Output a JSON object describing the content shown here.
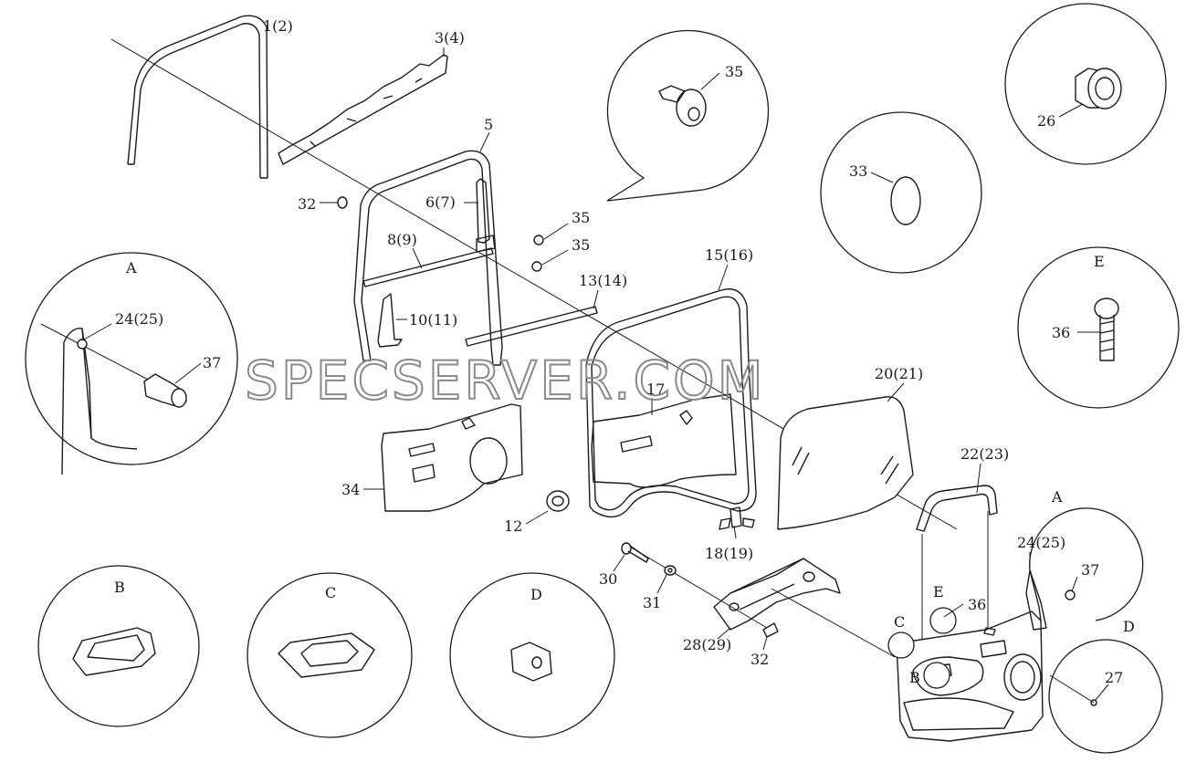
{
  "watermark": "SPECSERVER.COM",
  "callouts": {
    "c1": "1(2)",
    "c3": "3(4)",
    "c5": "5",
    "c35a": "35",
    "c35b": "35",
    "c35c": "35",
    "c32a": "32",
    "c6": "6(7)",
    "c8": "8(9)",
    "c10": "10(11)",
    "c13": "13(14)",
    "c15": "15(16)",
    "c17": "17",
    "c20": "20(21)",
    "c34": "34",
    "c12": "12",
    "c18": "18(19)",
    "c30": "30",
    "c31": "31",
    "c28": "28(29)",
    "c32b": "32",
    "c22": "22(23)",
    "c24a": "24(25)",
    "c37a": "37",
    "c24b": "24(25)",
    "c37b": "37",
    "c36a": "36",
    "c36b": "36",
    "c27": "27",
    "c26": "26",
    "c33": "33"
  },
  "detail_titles": {
    "a_left": "A",
    "a_right": "A",
    "b": "B",
    "c": "C",
    "d": "D",
    "e": "E",
    "b_small": "B",
    "c_small": "C",
    "d_small": "D",
    "e_small": "E"
  }
}
